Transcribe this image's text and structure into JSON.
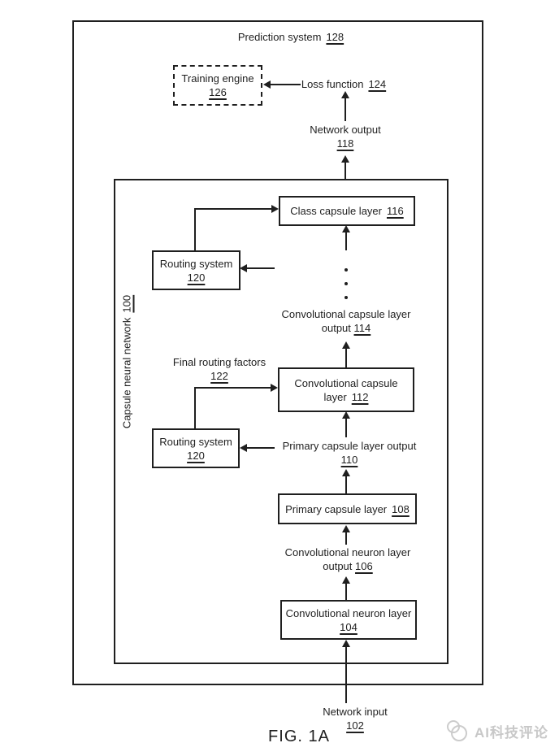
{
  "figure": {
    "caption": "FIG. 1A",
    "ink_color": "#1f1f1f",
    "watermark": {
      "text": "AI科技评论",
      "color": "#c8c8c8",
      "icon": "circles-mascot-logo"
    }
  },
  "prediction_system": {
    "label": "Prediction system",
    "ref": "128"
  },
  "training_engine": {
    "label": "Training engine",
    "ref": "126"
  },
  "loss_function": {
    "label": "Loss function",
    "ref": "124"
  },
  "network_output": {
    "label": "Network output",
    "ref": "118"
  },
  "capsule_network": {
    "label": "Capsule neural network",
    "ref": "100"
  },
  "class_capsule_layer": {
    "label": "Class capsule layer",
    "ref": "116"
  },
  "routing_system_upper": {
    "label": "Routing system",
    "ref": "120"
  },
  "conv_capsule_layer_output": {
    "line1": "Convolutional capsule layer",
    "line2": "output",
    "ref": "114"
  },
  "final_routing_factors": {
    "label": "Final routing factors",
    "ref": "122"
  },
  "conv_capsule_layer": {
    "line1": "Convolutional capsule",
    "line2": "layer",
    "ref": "112"
  },
  "routing_system_lower": {
    "label": "Routing system",
    "ref": "120"
  },
  "primary_capsule_layer_output": {
    "label": "Primary capsule layer output",
    "ref": "110"
  },
  "primary_capsule_layer": {
    "label": "Primary capsule layer",
    "ref": "108"
  },
  "conv_neuron_layer_output": {
    "line1": "Convolutional neuron layer",
    "line2": "output",
    "ref": "106"
  },
  "conv_neuron_layer": {
    "label": "Convolutional neuron layer",
    "ref": "104"
  },
  "network_input": {
    "label": "Network input",
    "ref": "102"
  }
}
